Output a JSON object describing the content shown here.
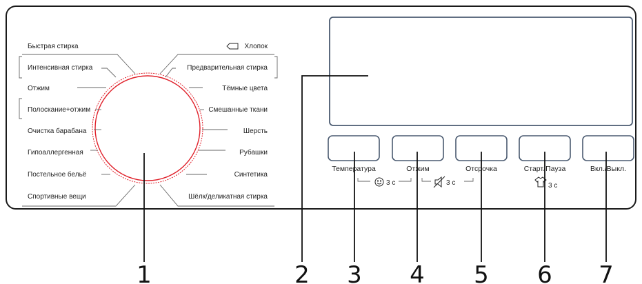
{
  "programs_left": [
    "Быстрая стирка",
    "Интенсивная стирка",
    "Отжим",
    "Полоскание+отжим",
    "Очистка барабана",
    "Гипоаллергенная",
    "Постельное бельё",
    "Спортивные вещи"
  ],
  "programs_right": [
    "Хлопок",
    "Предварительная стирка",
    "Тёмные цвета",
    "Смешанные ткани",
    "Шерсть",
    "Рубашки",
    "Синтетика",
    "Шёлк/деликатная стирка"
  ],
  "buttons": [
    {
      "label": "Температура",
      "number": "3"
    },
    {
      "label": "Отжим",
      "number": "4"
    },
    {
      "label": "Отсрочка",
      "number": "5"
    },
    {
      "label": "Старт/Пауза",
      "number": "6"
    },
    {
      "label": "Вкл./Выкл.",
      "number": "7"
    }
  ],
  "hints": {
    "child_lock": "3 с",
    "sound_off": "3 с",
    "start_hold": "3 с"
  },
  "callouts": {
    "dial": "1",
    "display": "2"
  },
  "colors": {
    "dial_ring": "#e0202a",
    "outline": "#1a1a1a"
  }
}
